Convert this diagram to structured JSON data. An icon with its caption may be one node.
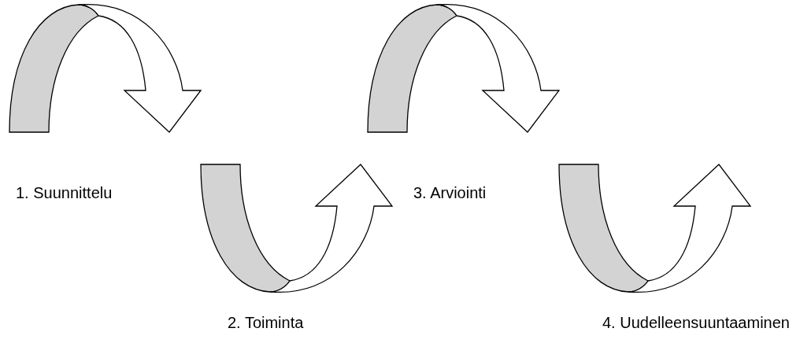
{
  "diagram": {
    "labels": [
      "1. Suunnittelu",
      "3. Arviointi",
      "2. Toiminta",
      "4. Uudelleensuuntaaminen"
    ]
  }
}
